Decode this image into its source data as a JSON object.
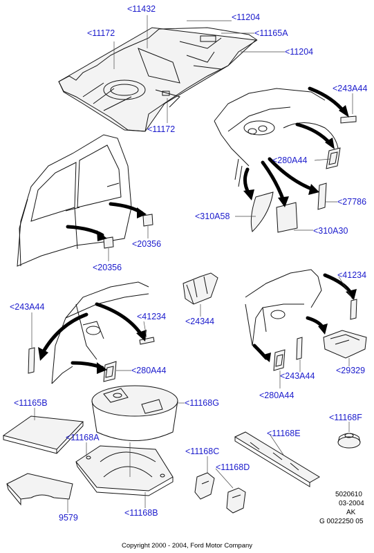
{
  "callouts": {
    "c11432": "<11432",
    "c11204_top": "<11204",
    "c11172_top": "<11172",
    "c11165A": "<11165A",
    "c11204_right": "<11204",
    "c11172_bottom": "<11172",
    "c243A44_top": "<243A44",
    "c280A44_top": "<280A44",
    "c27786": "<27786",
    "c310A58": "<310A58",
    "c310A30": "<310A30",
    "c20356_right": "<20356",
    "c20356_left": "<20356",
    "c243A44_left": "<243A44",
    "c41234_mid": "<41234",
    "c24344": "<24344",
    "c41234_right": "<41234",
    "c280A44_mid": "<280A44",
    "c29329": "<29329",
    "c243A44_right": "<243A44",
    "c280A44_right": "<280A44",
    "c11165B": "<11165B",
    "c11168G": "<11168G",
    "c11168F": "<11168F",
    "c11168A": "<11168A",
    "c11168E": "<11168E",
    "c11168C": "<11168C",
    "c11168D": "<11168D",
    "c11168B": "<11168B",
    "c9579": "9579"
  },
  "meta": {
    "code": "5020610",
    "date": "03-2004",
    "region": "AK",
    "ref": "G 0022250 05"
  },
  "footer": "Copyright 2000 - 2004, Ford Motor Company"
}
